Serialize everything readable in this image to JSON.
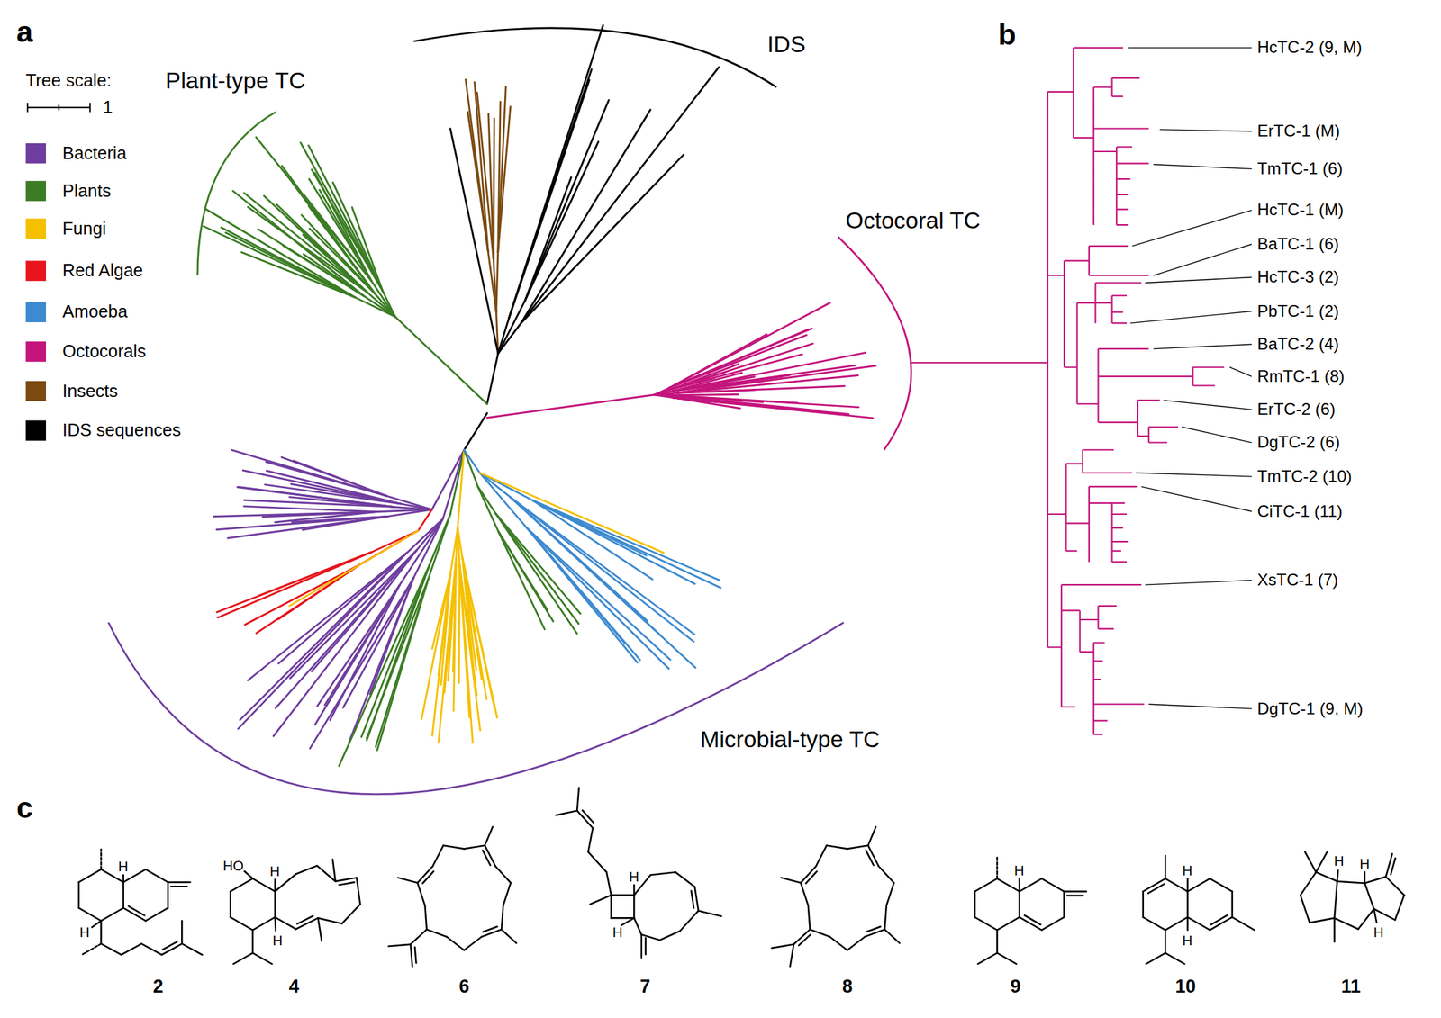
{
  "diagram": {
    "labels": [
      "a",
      "Tree scale:",
      "1",
      "Plant-type TC",
      "IDS",
      "Octocoral TC",
      "Microbial-type TC",
      "b",
      "HcTC-2 (9, M)",
      "ErTC-1 (M)",
      "TmTC-1 (6)",
      "HcTC-1 (M)",
      "BaTC-1 (6)",
      "HcTC-3 (2)",
      "PbTC-1 (2)",
      "BaTC-2 (4)",
      "RmTC-1 (8)",
      "ErTC-2 (6)",
      "DgTC-2 (6)",
      "TmTC-2 (10)",
      "CiTC-1 (11)",
      "XsTC-1 (7)",
      "DgTC-1 (9, M)",
      "c",
      "H",
      "H",
      "2",
      "HO",
      "H",
      "H",
      "4",
      "6",
      "H",
      "H",
      "7",
      "8",
      "H",
      "9",
      "H",
      "H",
      "10",
      "H",
      "H",
      "H",
      "11"
    ],
    "legend": [
      {
        "text": "Bacteria",
        "color": "#6f3d9e"
      },
      {
        "text": "Plants",
        "color": "#3b7d24"
      },
      {
        "text": "Fungi",
        "color": "#f5c000"
      },
      {
        "text": "Red Algae",
        "color": "#e8141b"
      },
      {
        "text": "Amoeba",
        "color": "#3d8ad0"
      },
      {
        "text": "Octocorals",
        "color": "#c4147c"
      },
      {
        "text": "Insects",
        "color": "#7b4b10"
      },
      {
        "text": "IDS sequences",
        "color": "#000000"
      }
    ]
  }
}
